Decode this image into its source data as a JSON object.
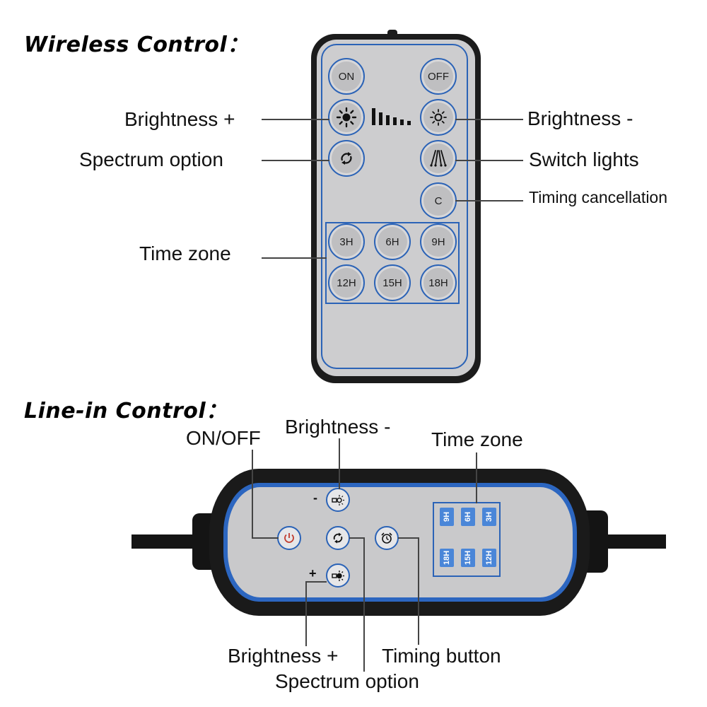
{
  "wireless": {
    "heading": "Wireless Control：",
    "buttons": {
      "on": "ON",
      "off": "OFF",
      "cancel": "C",
      "t3": "3H",
      "t6": "6H",
      "t9": "9H",
      "t12": "12H",
      "t15": "15H",
      "t18": "18H"
    },
    "labels": {
      "brightness_plus": "Brightness +",
      "brightness_minus": "Brightness -",
      "spectrum_option": "Spectrum option",
      "switch_lights": "Switch lights",
      "timing_cancellation": "Timing cancellation",
      "time_zone": "Time zone"
    }
  },
  "linein": {
    "heading": "Line-in Control：",
    "labels": {
      "on_off": "ON/OFF",
      "brightness_minus": "Brightness -",
      "time_zone": "Time zone",
      "brightness_plus": "Brightness +",
      "spectrum_option": "Spectrum option",
      "timing_button": "Timing button"
    },
    "signs": {
      "minus": "-",
      "plus": "+"
    },
    "time_labels": {
      "t9": "9H",
      "t6": "6H",
      "t3": "3H",
      "t18": "18H",
      "t15": "15H",
      "t12": "12H"
    },
    "colors": {
      "accent": "#2b63b7",
      "label_fill": "#4a86d8",
      "power": "#c0392b"
    }
  }
}
